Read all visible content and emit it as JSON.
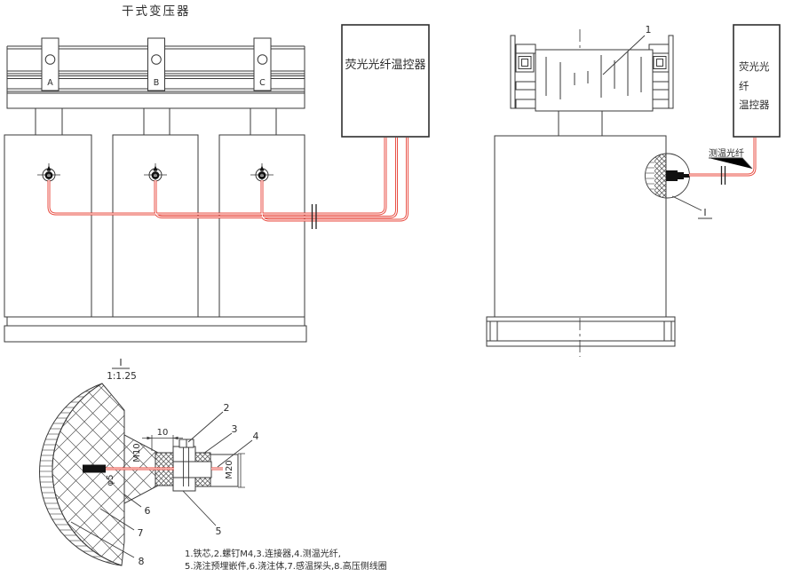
{
  "title": "干式变压器",
  "front_view": {
    "clamp_labels": [
      "A",
      "B",
      "C"
    ],
    "controller_label": "荧光光纤温控器"
  },
  "side_view": {
    "controller_label_lines": [
      "荧光光",
      "纤",
      "温控器"
    ],
    "fiber_label": "测温光纤",
    "core_callout": "1",
    "detail_ref": "I"
  },
  "detail_view": {
    "ref": "I",
    "scale": "1:1.25",
    "dims": {
      "d10": "10",
      "m10": "M10",
      "m20": "M20",
      "phi5": "φ5"
    },
    "callouts": [
      "2",
      "3",
      "4",
      "5",
      "6",
      "7",
      "8"
    ]
  },
  "notes": {
    "line1": "1.铁芯,2.螺钉M4,3.连接器,4.测温光纤,",
    "line2": "5.浇注预埋嵌件,6.浇注体,7.感温探头,8.高压侧线圈"
  },
  "colors": {
    "line": "#3a3a3a",
    "fiber": "#e8483d"
  }
}
